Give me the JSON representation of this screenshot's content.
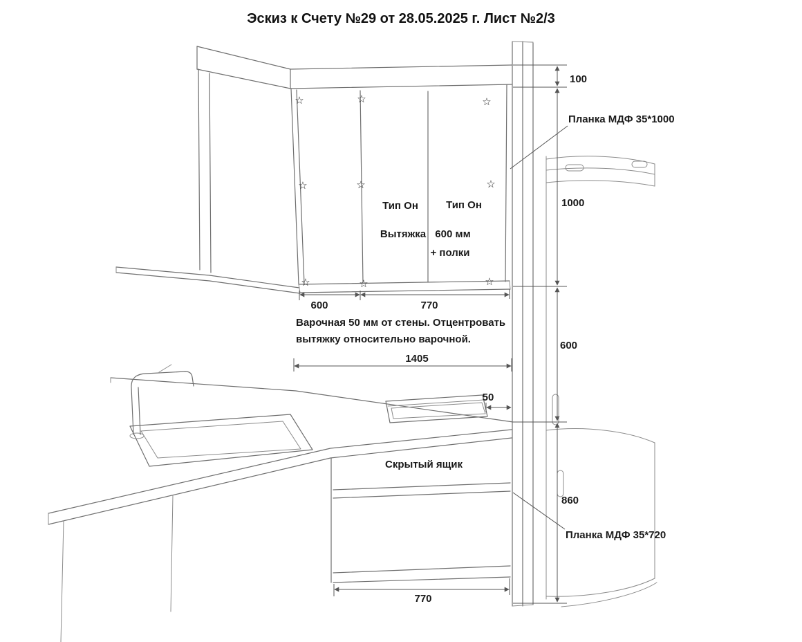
{
  "title": "Эскиз к Счету №29 от 28.05.2025 г. Лист №2/3",
  "upper": {
    "type1": "Тип Он",
    "type2": "Тип Он",
    "hood": "Вытяжка",
    "hood_width": "600 мм",
    "shelves": "+ полки"
  },
  "note": {
    "line1": "Варочная 50 мм от стены. Отцентровать",
    "line2": "вытяжку относительно варочной."
  },
  "base": {
    "drawer": "Скрытый ящик"
  },
  "dims": {
    "d100": "100",
    "d1000": "1000",
    "d600_side": "600",
    "d860": "860",
    "d1405": "1405",
    "d50": "50",
    "d600_top": "600",
    "d770_top": "770",
    "d770_bottom": "770"
  },
  "callouts": {
    "mdf_top": "Планка МДФ 35*1000",
    "mdf_bottom": "Планка МДФ 35*720"
  },
  "icons": {
    "star": "☆"
  }
}
